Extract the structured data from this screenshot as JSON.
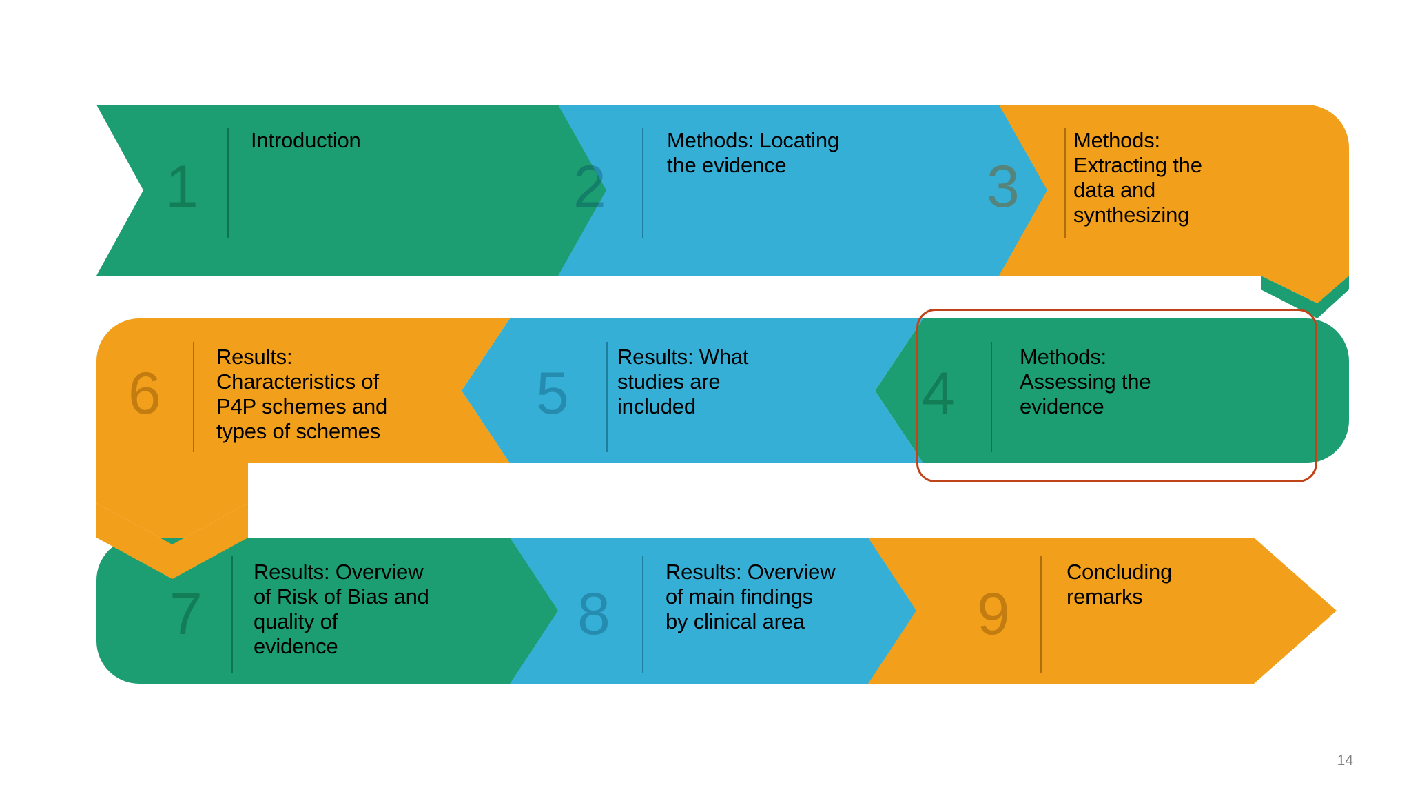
{
  "slide": {
    "page_number": "14",
    "background_color": "#ffffff"
  },
  "palette": {
    "green": "#1D9E72",
    "blue": "#35AFD6",
    "orange": "#F2A01C",
    "highlight_outline": "#C0441A",
    "page_number_color": "#808080",
    "text_color": "#000000"
  },
  "diagram": {
    "type": "chevron-process-flow",
    "rows": 3,
    "flow_direction": "serpentine (row1 left-to-right, row2 right-to-left, row3 left-to-right)",
    "steps": [
      {
        "number": "1",
        "label": "Introduction",
        "color": "green",
        "row": 1,
        "highlighted": false
      },
      {
        "number": "2",
        "label": "Methods: Locating\nthe evidence",
        "color": "blue",
        "row": 1,
        "highlighted": false
      },
      {
        "number": "3",
        "label": "Methods:\nExtracting the\ndata and\nsynthesizing",
        "color": "orange",
        "row": 1,
        "highlighted": false
      },
      {
        "number": "4",
        "label": "Methods:\nAssessing the\nevidence",
        "color": "green",
        "row": 2,
        "highlighted": true
      },
      {
        "number": "5",
        "label": "Results: What\nstudies are\nincluded",
        "color": "blue",
        "row": 2,
        "highlighted": false
      },
      {
        "number": "6",
        "label": "Results:\nCharacteristics of\nP4P schemes and\ntypes of schemes",
        "color": "orange",
        "row": 2,
        "highlighted": false
      },
      {
        "number": "7",
        "label": "Results: Overview\nof Risk of Bias and\nquality of\nevidence",
        "color": "green",
        "row": 3,
        "highlighted": false
      },
      {
        "number": "8",
        "label": "Results: Overview\nof main findings\nby clinical area",
        "color": "blue",
        "row": 3,
        "highlighted": false
      },
      {
        "number": "9",
        "label": "Concluding\nremarks",
        "color": "orange",
        "row": 3,
        "highlighted": false
      }
    ]
  }
}
